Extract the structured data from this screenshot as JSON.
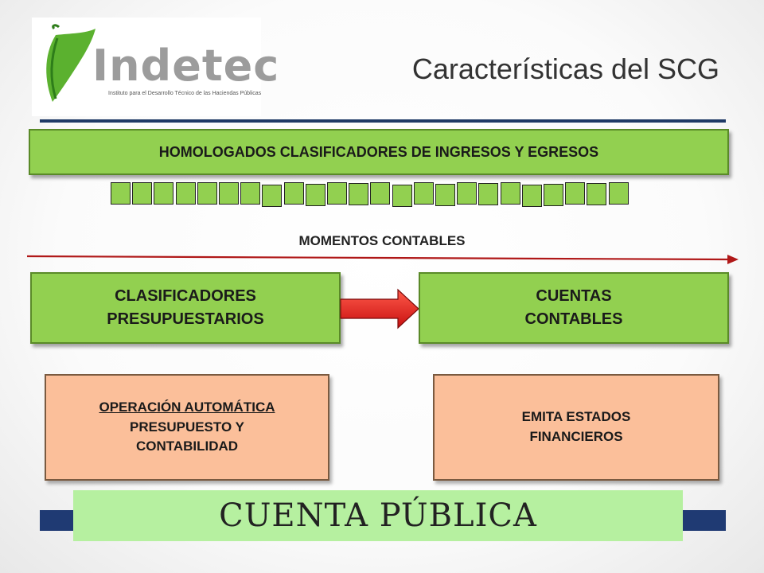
{
  "logo": {
    "brand": "Indetec",
    "tagline": "Instituto para el Desarrollo Técnico de las Haciendas Públicas"
  },
  "title": "Características del SCG",
  "top_box": {
    "text": "HOMOLOGADOS CLASIFICADORES DE INGRESOS Y EGRESOS"
  },
  "section_label": "MOMENTOS CONTABLES",
  "left_green": {
    "line1": "CLASIFICADORES",
    "line2": "PRESUPUESTARIOS"
  },
  "right_green": {
    "line1": "CUENTAS",
    "line2": "CONTABLES"
  },
  "left_peach": {
    "line1": "OPERACIÓN AUTOMÁTICA",
    "line2": "PRESUPUESTO Y",
    "line3": "CONTABILIDAD"
  },
  "right_peach": {
    "line1": "EMITA ESTADOS",
    "line2": "FINANCIEROS"
  },
  "footer": {
    "text": "CUENTA PÚBLICA"
  },
  "colors": {
    "green": "#92d050",
    "peach": "#fbbf9a",
    "navy": "#1f3a66",
    "arrow_red": "#e02020",
    "footer_green": "#b6f0a0"
  }
}
